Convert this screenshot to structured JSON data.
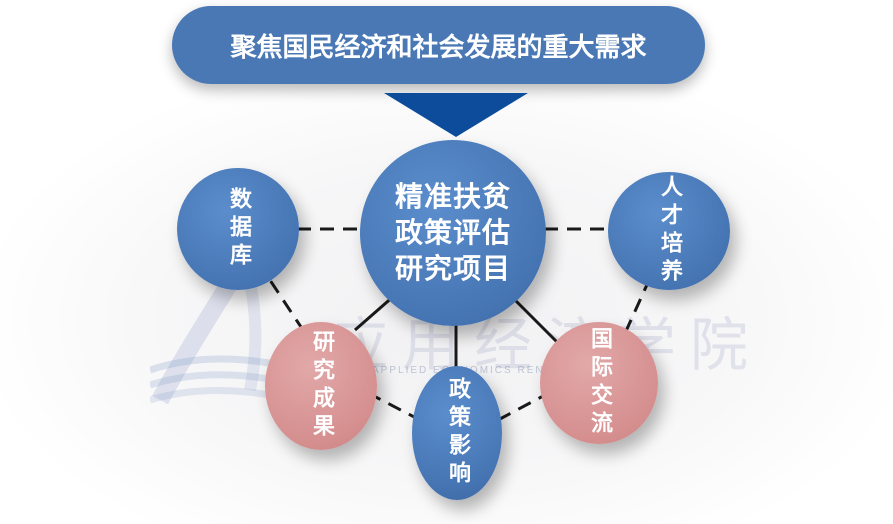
{
  "title": "聚焦国民经济和社会发展的重大需求",
  "center": {
    "lines": [
      "精准扶贫",
      "政策评估",
      "研究项目"
    ]
  },
  "nodes": {
    "database": "数据库",
    "talent": "人才培养",
    "results": "研究成果",
    "policy_impact": "政策影响",
    "international": "国际交流"
  },
  "watermark": {
    "text": "应用经济学院",
    "subtext": "APPLIED ECONOMICS RENMIN"
  },
  "colors": {
    "banner": "#4a78b5",
    "arrow": "#0d4c9a",
    "blue_node": "#4a78b5",
    "pink_node": "#d69090"
  }
}
